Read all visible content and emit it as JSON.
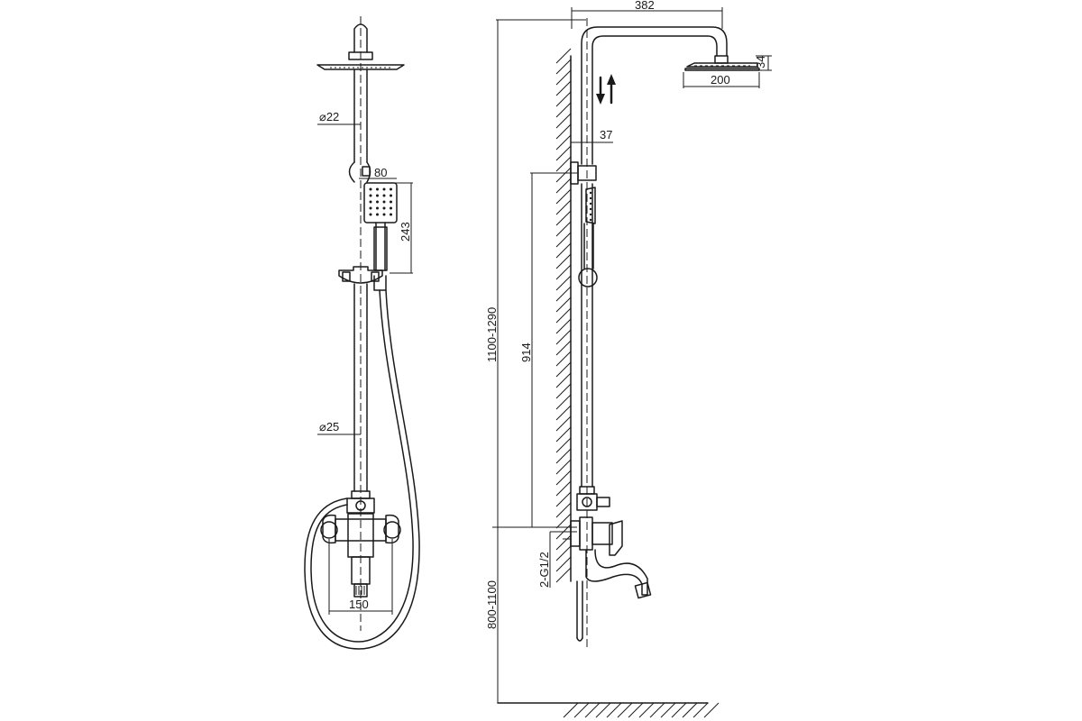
{
  "dimensions": {
    "pipe_top_diameter": "⌀22",
    "pipe_bottom_diameter": "⌀25",
    "hand_shower_width": "80",
    "hand_shower_height": "243",
    "mixer_spacing": "150",
    "arm_reach": "382",
    "head_diameter": "200",
    "head_thickness": "34",
    "wall_offset": "37",
    "holder_height": "914",
    "total_height_range": "1100-1290",
    "mixer_height_range": "800-1100",
    "inlet_thread": "2-G1/2"
  }
}
